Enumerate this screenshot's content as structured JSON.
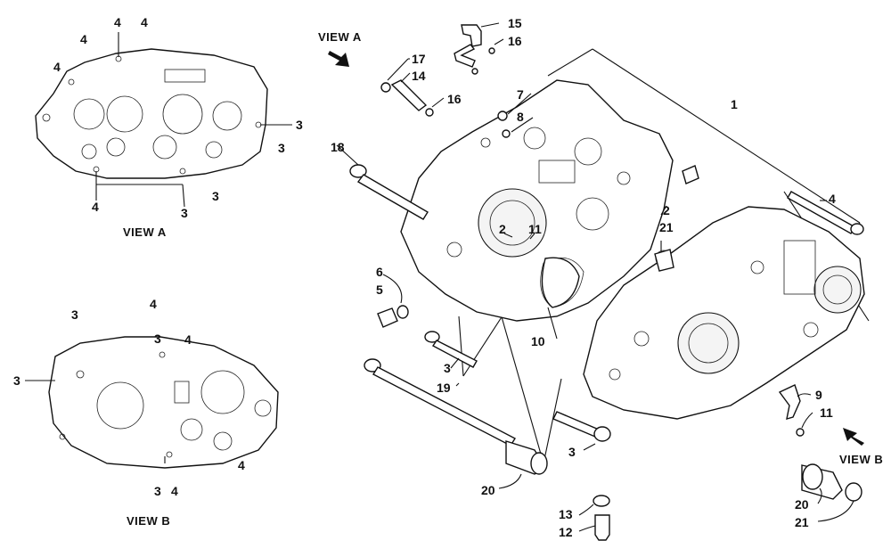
{
  "view_labels": {
    "view_a_caption": "VIEW A",
    "view_b_caption": "VIEW B",
    "view_a_pointer": "VIEW A",
    "view_b_pointer": "VIEW B"
  },
  "callouts": {
    "a1": "4",
    "a2": "4",
    "a3": "4",
    "a4": "4",
    "a5": "3",
    "a6": "3",
    "a7": "4",
    "a8": "3",
    "a9": "3",
    "b1": "3",
    "b2": "4",
    "b3": "3",
    "b4": "4",
    "b5": "3",
    "b6": "4",
    "b7": "4",
    "b8": "3",
    "p15": "15",
    "p16a": "16",
    "p17": "17",
    "p14": "14",
    "p16b": "16",
    "p7": "7",
    "p8": "8",
    "p1": "1",
    "p18": "18",
    "p2a": "2",
    "p11a": "11",
    "p2b": "2",
    "p21a": "21",
    "p4": "4",
    "p6": "6",
    "p5": "5",
    "p10": "10",
    "p3a": "3",
    "p19": "19",
    "p9": "9",
    "p11b": "11",
    "p3b": "3",
    "p20a": "20",
    "p13": "13",
    "p12": "12",
    "p20b": "20",
    "p21b": "21"
  },
  "colors": {
    "ink": "#111111",
    "paper": "#ffffff"
  },
  "icons": {
    "view_arrow": "arrow-icon"
  }
}
